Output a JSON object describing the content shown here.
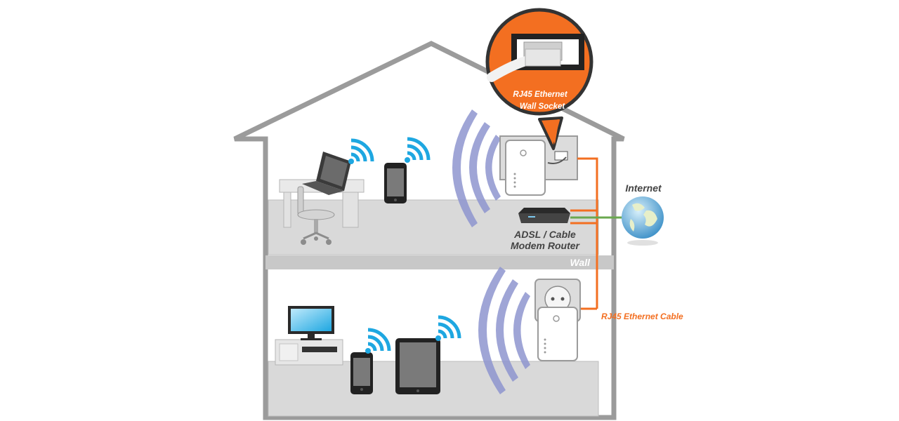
{
  "labels": {
    "callout": "RJ45 Ethernet Wall Socket",
    "callout_line1": "RJ45 Ethernet",
    "callout_line2": "Wall Socket",
    "internet": "Internet",
    "modem_line1": "ADSL / Cable",
    "modem_line2": "Modem Router",
    "wall": "Wall",
    "cable": "RJ45 Ethernet Cable"
  },
  "icons": {
    "house": "house-outline-icon",
    "laptop": "laptop-icon",
    "desk": "desk-icon",
    "chair": "office-chair-icon",
    "phone": "smartphone-icon",
    "tablet": "tablet-icon",
    "tv": "tv-icon",
    "router": "modem-router-icon",
    "globe": "globe-icon",
    "wifi": "wifi-signal-icon",
    "extender": "wifi-extender-icon",
    "socket": "power-socket-icon",
    "plug": "rj45-plug-icon"
  },
  "colors": {
    "house": "#9b9b9b",
    "floor": "#d9d9d9",
    "wall_band": "#cfcfcf",
    "callout": "#f36f21",
    "ethernet_cable": "#f36f21",
    "internet_cable": "#6aa84f",
    "wifi_icon": "#1ea7e1",
    "wifi_arcs": "#8f96cf",
    "label_text": "#444444"
  }
}
